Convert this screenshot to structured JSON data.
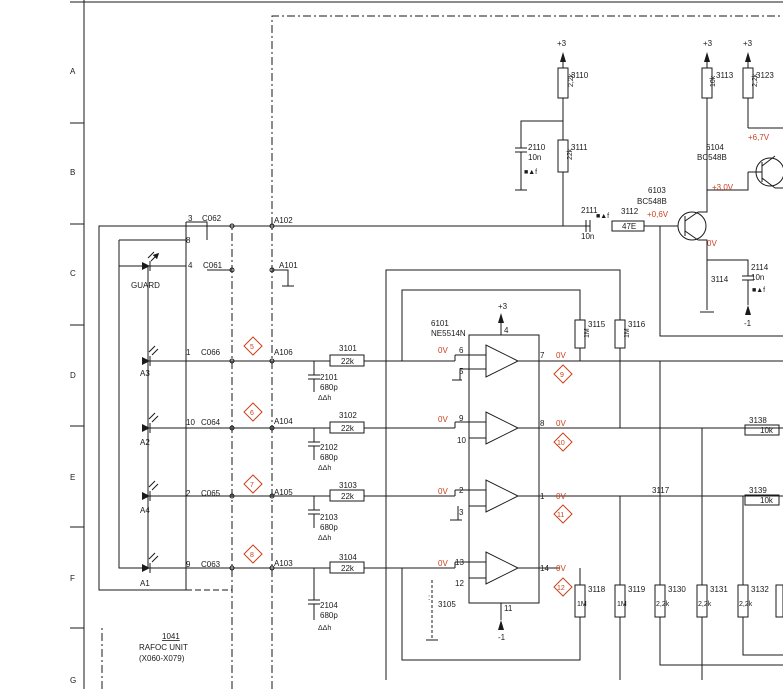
{
  "grid_rows": [
    "A",
    "B",
    "C",
    "D",
    "E",
    "F",
    "G"
  ],
  "module": {
    "number": "1041",
    "name": "RAFOC UNIT",
    "range": "(X060-X079)"
  },
  "guard_led": {
    "label": "GUARD"
  },
  "leds": [
    {
      "label": "A3",
      "pin": "1",
      "conn": "C066",
      "test": "5",
      "net": "A106",
      "res": "3101",
      "res_val": "22k",
      "cap": "2101",
      "cap_val": "680p",
      "cap_note": "ΔΔh",
      "op_in": "6",
      "op_ref": "5",
      "op_out": "7",
      "tp": "9",
      "v_in": "0V",
      "v_out": "0V"
    },
    {
      "label": "A2",
      "pin": "10",
      "conn": "C064",
      "test": "6",
      "net": "A104",
      "res": "3102",
      "res_val": "22k",
      "cap": "2102",
      "cap_val": "680p",
      "cap_note": "ΔΔh",
      "op_in": "9",
      "op_ref": "10",
      "op_out": "8",
      "tp": "10",
      "v_in": "0V",
      "v_out": "0V"
    },
    {
      "label": "A4",
      "pin": "2",
      "conn": "C065",
      "test": "7",
      "net": "A105",
      "res": "3103",
      "res_val": "22k",
      "cap": "2103",
      "cap_val": "680p",
      "cap_note": "ΔΔh",
      "op_in": "2",
      "op_ref": "3",
      "op_out": "1",
      "tp": "11",
      "v_in": "0V",
      "v_out": "0V"
    },
    {
      "label": "A1",
      "pin": "9",
      "conn": "C063",
      "test": "8",
      "net": "A103",
      "res": "3104",
      "res_val": "22k",
      "cap": "2104",
      "cap_val": "680p",
      "cap_note": "ΔΔh",
      "op_in": "13",
      "op_ref": "12",
      "op_out": "14",
      "tp": "12",
      "v_in": "0V",
      "v_out": "0V"
    }
  ],
  "top_pins": {
    "p3": "3",
    "p8": "8",
    "p4": "4",
    "c062": "C062",
    "c061": "C061",
    "a102": "A102",
    "a101": "A101"
  },
  "ic": {
    "ref": "6101",
    "part": "NE5514N",
    "vcc": "+3",
    "vcc_pin": "4",
    "vee": "-1",
    "vee_pin": "11"
  },
  "supply": {
    "plus3": "+3",
    "minus1": "-1"
  },
  "resistors": {
    "r3110": {
      "ref": "3110",
      "val": "2,2k"
    },
    "r3111": {
      "ref": "3111",
      "val": "22k"
    },
    "r3112": {
      "ref": "3112",
      "val": "47E"
    },
    "r3113": {
      "ref": "3113",
      "val": "10k"
    },
    "r3123": {
      "ref": "3123",
      "val": "2,2k"
    },
    "r3114": {
      "ref": "3114"
    },
    "r3115": {
      "ref": "3115",
      "val": "1M"
    },
    "r3116": {
      "ref": "3116",
      "val": "1M"
    },
    "r3117": {
      "ref": "3117"
    },
    "r3105": {
      "ref": "3105"
    },
    "r3118": {
      "ref": "3118",
      "val": "1M"
    },
    "r3119": {
      "ref": "3119",
      "val": "1M"
    },
    "r3130": {
      "ref": "3130",
      "val": "2,2k"
    },
    "r3131": {
      "ref": "3131",
      "val": "2,2k"
    },
    "r3132": {
      "ref": "3132",
      "val": "2,2k"
    },
    "r3138": {
      "ref": "3138",
      "val": "10k"
    },
    "r3139": {
      "ref": "3139",
      "val": "10k"
    }
  },
  "capacitors": {
    "c2110": {
      "ref": "2110",
      "val": "10n",
      "note": "■▲f"
    },
    "c2111": {
      "ref": "2111",
      "val": "10n",
      "note": "■▲f"
    },
    "c2114": {
      "ref": "2114",
      "val": "10n",
      "note": "■▲f"
    }
  },
  "transistors": {
    "q6103": {
      "ref": "6103",
      "type": "BC548B"
    },
    "q6104": {
      "ref": "6104",
      "type": "BC548B"
    }
  },
  "voltages": {
    "v6_7": "+6,7V",
    "v3_0": "+3,0V",
    "v0_6": "+0,6V",
    "v0": "0V"
  }
}
